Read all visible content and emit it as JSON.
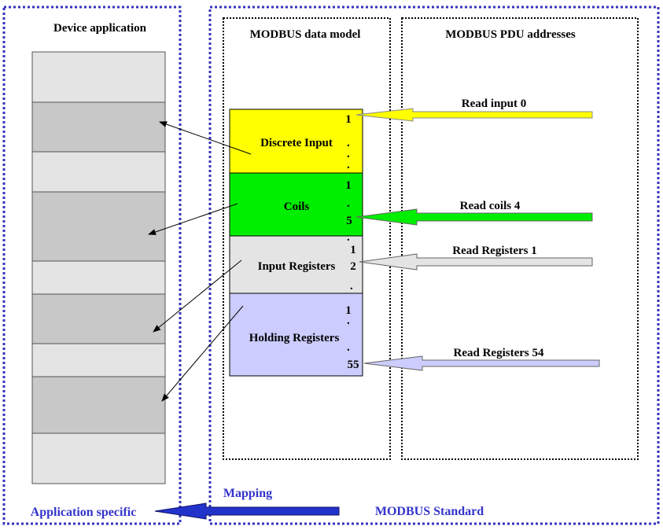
{
  "regions": {
    "device_application": "Device application",
    "modbus_data_model": "MODBUS data model",
    "modbus_pdu_addresses": "MODBUS PDU addresses"
  },
  "blocks": {
    "discrete_input": {
      "label": "Discrete Input",
      "first": "1",
      "last": "",
      "color": "#ffff00"
    },
    "coils": {
      "label": "Coils",
      "first": "1",
      "last": "5",
      "color": "#00ee00"
    },
    "input_registers": {
      "label": "Input Registers",
      "first": "1",
      "last": "2",
      "color": "#e4e4e4"
    },
    "holding_registers": {
      "label": "Holding Registers",
      "first": "1",
      "last": "55",
      "color": "#ccccff"
    }
  },
  "requests": {
    "read_input": "Read input 0",
    "read_coils": "Read coils 4",
    "read_registers_1": "Read Registers 1",
    "read_registers_54": "Read Registers 54"
  },
  "footer": {
    "mapping": "Mapping",
    "application_specific": "Application specific",
    "modbus_standard": "MODBUS Standard"
  },
  "colors": {
    "border_blue": "#3333bb",
    "mapping_arrow": "#2233cc",
    "memory_light": "#e4e4e4",
    "memory_dark": "#c8c8c8"
  }
}
